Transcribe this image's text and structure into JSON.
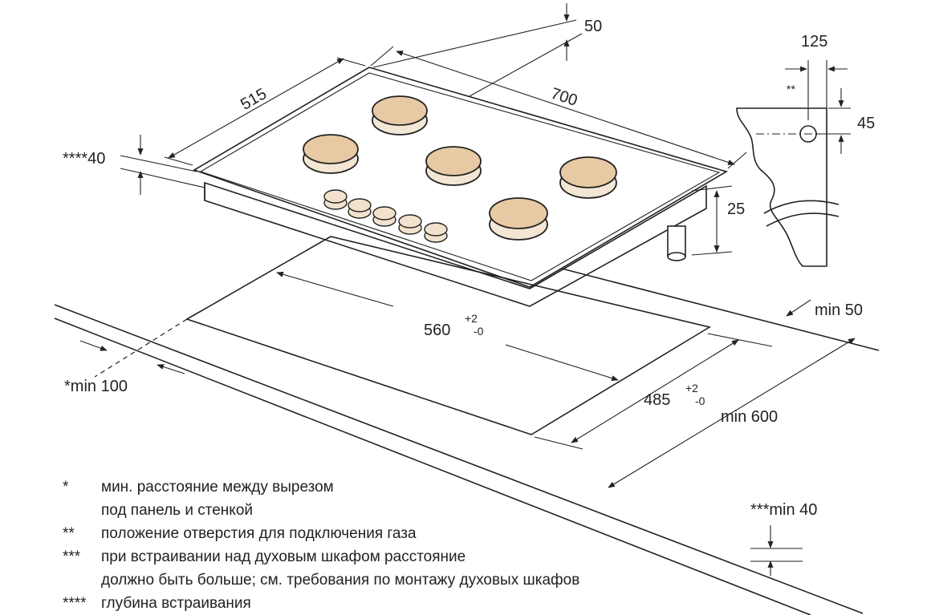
{
  "dimensions": {
    "depth": "515",
    "width": "700",
    "depth_top": "50",
    "edge_back": "125",
    "edge_gas": "45",
    "height_under": "25",
    "min_back": "min 50",
    "cut_width": "560",
    "cut_width_tol_plus": "+2",
    "cut_width_tol_minus": "-0",
    "cut_depth": "485",
    "cut_depth_tol_plus": "+2",
    "cut_depth_tol_minus": "-0",
    "min_wall": "*min 100",
    "min_worktop": "min 600",
    "min_front": "***min 40",
    "built_in_depth": "****40",
    "gas_marker": "**"
  },
  "legend": [
    {
      "mark": "*",
      "text": "мин. расстояние между вырезом"
    },
    {
      "mark": "",
      "text": "под панель и стенкой"
    },
    {
      "mark": "**",
      "text": "положение отверстия для подключения газа"
    },
    {
      "mark": "***",
      "text": "при встраивании над духовым шкафом расстояние"
    },
    {
      "mark": "",
      "text": "должно быть больше; см. требования по монтажу духовых шкафов"
    },
    {
      "mark": "****",
      "text": "глубина встраивания"
    }
  ]
}
